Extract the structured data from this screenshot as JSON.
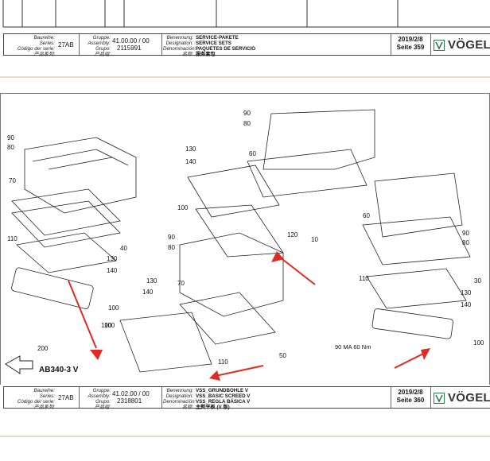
{
  "header_block_1": {
    "labels": {
      "series": [
        "Baureihe:",
        "Series:",
        "Código der serie:",
        "产品系列:"
      ],
      "group": [
        "Gruppe:",
        "Assembly:",
        "Grupo:",
        "产品组:"
      ],
      "naming": [
        "Benennung:",
        "Designation:",
        "Denominación:",
        "名称:"
      ]
    },
    "series_value": "27AB",
    "group_value": "41.00.00 / 00",
    "group_number": "2115991",
    "designations": [
      "SERVICE-PAKETE",
      "SERVICE SETS",
      "PAQUETES DE SERVICIO",
      "服务套包"
    ],
    "date": "2019/2/8",
    "page": "Seite 359",
    "brand": "VÖGELE"
  },
  "header_block_2": {
    "labels": {
      "series": [
        "Baureihe:",
        "Series:",
        "Código der serie:",
        "产品系列:"
      ],
      "group": [
        "Gruppe:",
        "Assembly:",
        "Grupo:",
        "产品组:"
      ],
      "naming": [
        "Benennung:",
        "Designation:",
        "Denominación:",
        "名称:"
      ]
    },
    "series_value": "27AB",
    "group_value": "41.02.00 / 00",
    "group_number": "2318801",
    "designations": [
      "VSS_GRUNDBOHLE V",
      "VSS_BASIC SCREED V",
      "VSS_REGLA BÁSICA V",
      "主熨平板 (V 版)"
    ],
    "date": "2019/2/8",
    "page": "Seite 360",
    "brand": "VÖGELE"
  },
  "drawing": {
    "model_label": "AB340-3 V",
    "torque_note": "90  MA 60 Nm",
    "callouts": [
      "90",
      "80",
      "70",
      "110",
      "130",
      "140",
      "40",
      "100",
      "200",
      "130",
      "140",
      "100",
      "120",
      "10",
      "60",
      "90",
      "80",
      "130",
      "140",
      "100",
      "70",
      "100",
      "110",
      "50",
      "90",
      "80",
      "60",
      "90",
      "80",
      "30",
      "110",
      "130",
      "140",
      "100"
    ]
  },
  "colors": {
    "arrow": "#e02a22",
    "line": "#222222",
    "separator": "#e9dccb",
    "brand_badge": "#2e7d4f"
  }
}
